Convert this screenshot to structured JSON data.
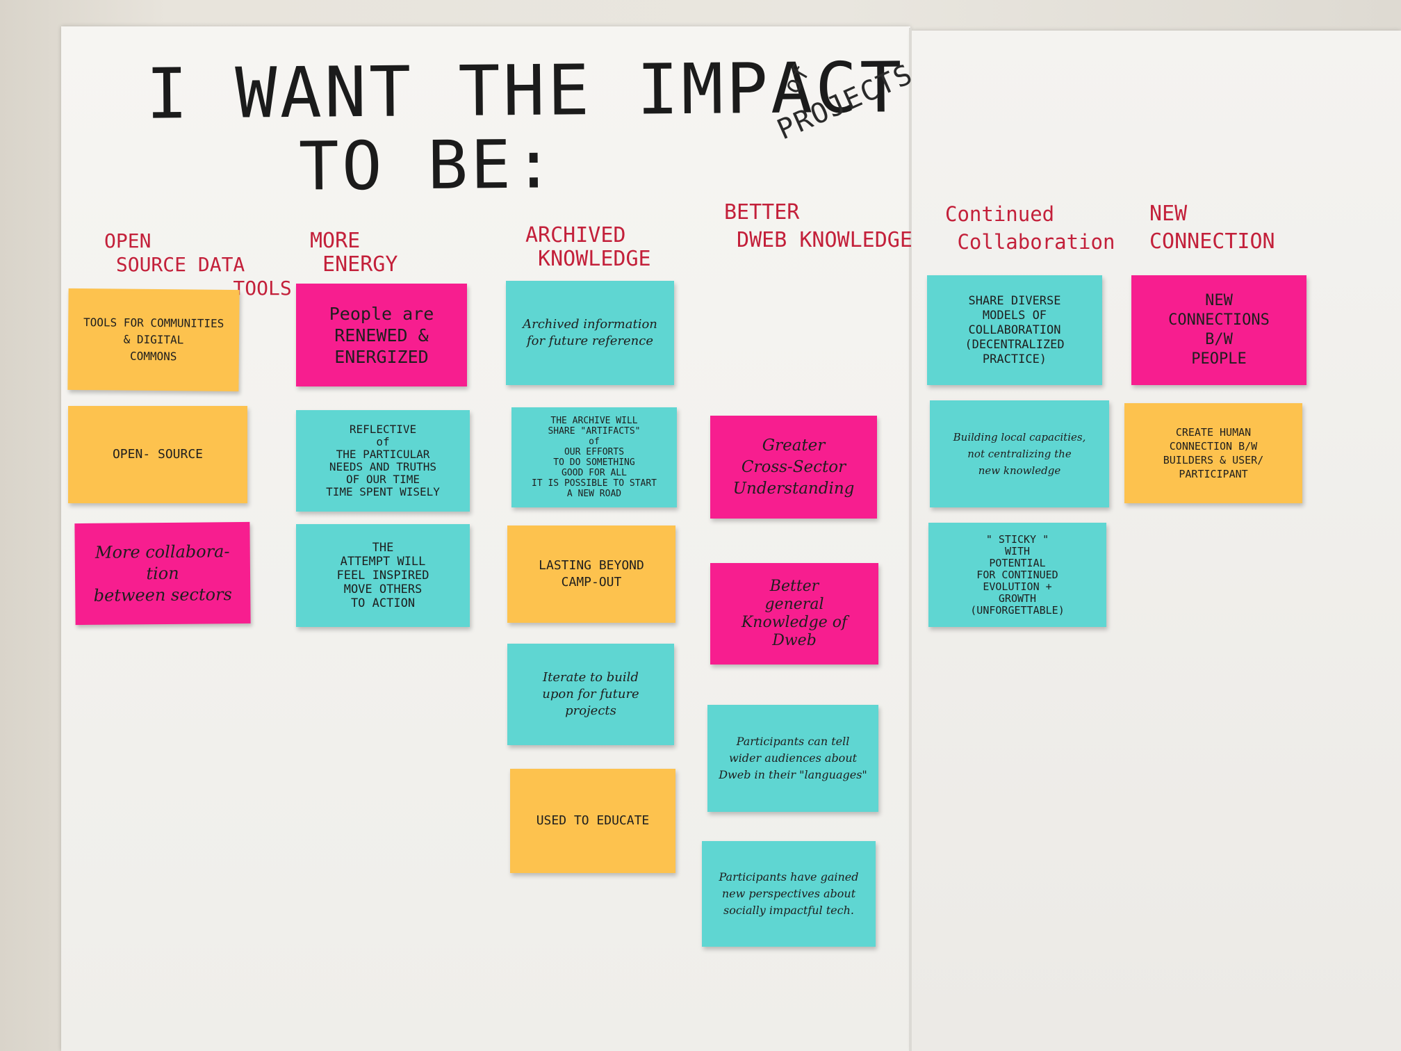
{
  "title": {
    "line1": "I WANT THE IMPACT",
    "line2": "TO BE:",
    "note_of": "of",
    "note_projects": "PROJECTS"
  },
  "columns": [
    {
      "heading": "OPEN\n SOURCE DATA\n           TOOLS",
      "notes": [
        "TOOLS FOR COMMUNITIES\n& DIGITAL\nCOMMONS",
        "OPEN- SOURCE",
        "More collabora-\ntion\nbetween sectors"
      ]
    },
    {
      "heading": "MORE\n ENERGY",
      "notes": [
        "People are\nRENEWED &\nENERGIZED",
        "REFLECTIVE\nof\nTHE PARTICULAR\nNEEDS AND TRUTHS\nOF OUR TIME\nTIME SPENT WISELY",
        "THE\nATTEMPT WILL\nFEEL INSPIRED\nMOVE OTHERS\nTO ACTION"
      ]
    },
    {
      "heading": "ARCHIVED\n KNOWLEDGE",
      "notes": [
        "Archived information\nfor future reference",
        "THE ARCHIVE WILL\nSHARE \"ARTIFACTS\"\nof\nOUR EFFORTS\nTO DO SOMETHING\nGOOD FOR ALL\nIT IS POSSIBLE TO START\nA NEW ROAD",
        "LASTING BEYOND\nCAMP-OUT",
        "Iterate to build\nupon for future\nprojects",
        "USED TO EDUCATE"
      ]
    },
    {
      "heading": "BETTER\n DWEB KNOWLEDGE",
      "notes": [
        "Greater\nCross-Sector\nUnderstanding",
        "Better\ngeneral\nKnowledge of\nDweb",
        "Participants can tell\nwider audiences about\nDweb in their \"languages\"",
        "Participants have gained\nnew perspectives about\nsocially impactful tech."
      ]
    },
    {
      "heading": "Continued\n Collaboration",
      "notes": [
        "SHARE DIVERSE\nMODELS OF\nCOLLABORATION\n(DECENTRALIZED\nPRACTICE)",
        "Building local capacities,\nnot centralizing the\nnew knowledge",
        "\" STICKY \"\nWITH\nPOTENTIAL\nFOR CONTINUED\nEVOLUTION +\nGROWTH\n(UNFORGETTABLE)"
      ]
    },
    {
      "heading": "NEW\nCONNECTION",
      "notes": [
        "NEW\nCONNECTIONS\nB/W\nPEOPLE",
        "CREATE HUMAN\nCONNECTION B/W\nBUILDERS & USER/\nPARTICIPANT"
      ]
    }
  ],
  "colors": {
    "yellow": "#fdc24e",
    "pink": "#f71e8f",
    "cyan": "#5fd6d2",
    "heading_red": "#c3203a"
  }
}
